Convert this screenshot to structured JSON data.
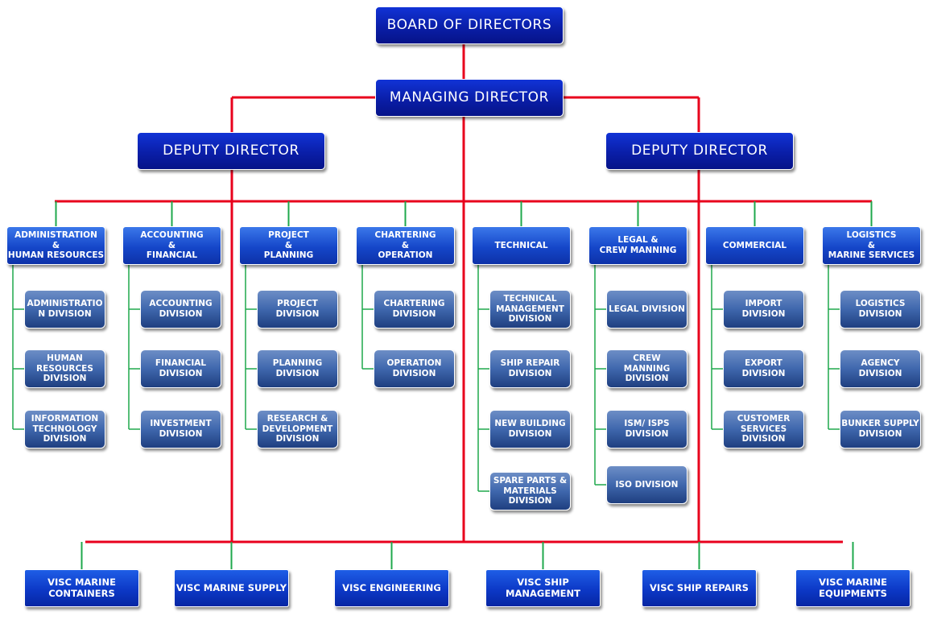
{
  "top": {
    "board": "BOARD OF DIRECTORS",
    "managing": "MANAGING DIRECTOR",
    "deputy_left": "DEPUTY DIRECTOR",
    "deputy_right": "DEPUTY DIRECTOR"
  },
  "departments": [
    {
      "title": "ADMINISTRATION\n&\nHUMAN RESOURCES",
      "divisions": [
        "ADMINISTRATIO\nN DIVISION",
        "HUMAN\nRESOURCES\nDIVISION",
        "INFORMATION\nTECHNOLOGY\nDIVISION"
      ]
    },
    {
      "title": "ACCOUNTING\n&\nFINANCIAL",
      "divisions": [
        "ACCOUNTING\nDIVISION",
        "FINANCIAL\nDIVISION",
        "INVESTMENT\nDIVISION"
      ]
    },
    {
      "title": "PROJECT\n&\nPLANNING",
      "divisions": [
        "PROJECT\nDIVISION",
        "PLANNING\nDIVISION",
        "RESEARCH &\nDEVELOPMENT\nDIVISION"
      ]
    },
    {
      "title": "CHARTERING\n&\nOPERATION",
      "divisions": [
        "CHARTERING\nDIVISION",
        "OPERATION\nDIVISION"
      ]
    },
    {
      "title": "TECHNICAL",
      "divisions": [
        "TECHNICAL\nMANAGEMENT\nDIVISION",
        "SHIP REPAIR\nDIVISION",
        "NEW BUILDING\nDIVISION",
        "SPARE PARTS &\nMATERIALS\nDIVISION"
      ]
    },
    {
      "title": "LEGAL &\nCREW MANNING",
      "divisions": [
        "LEGAL DIVISION",
        "CREW\nMANNING\nDIVISION",
        "ISM/ ISPS\nDIVISION",
        "ISO  DIVISION"
      ]
    },
    {
      "title": "COMMERCIAL",
      "divisions": [
        "IMPORT\nDIVISION",
        "EXPORT\nDIVISION",
        "CUSTOMER\nSERVICES\nDIVISION"
      ]
    },
    {
      "title": "LOGISTICS\n&\nMARINE SERVICES",
      "divisions": [
        "LOGISTICS\nDIVISION",
        "AGENCY\nDIVISION",
        "BUNKER SUPPLY\nDIVISION"
      ]
    }
  ],
  "subsidiaries": [
    "VISC MARINE\nCONTAINERS",
    "VISC MARINE SUPPLY",
    "VISC ENGINEERING",
    "VISC SHIP\nMANAGEMENT",
    "VISC SHIP REPAIRS",
    "VISC MARINE\nEQUIPMENTS"
  ],
  "colors": {
    "red_line": "#e8001c",
    "green_line": "#1fa84c",
    "top_box": "#0a1ea8",
    "dept_box": "#1546c9",
    "division_box": "#3f67ad",
    "subsidiary_box": "#0c38c6"
  }
}
